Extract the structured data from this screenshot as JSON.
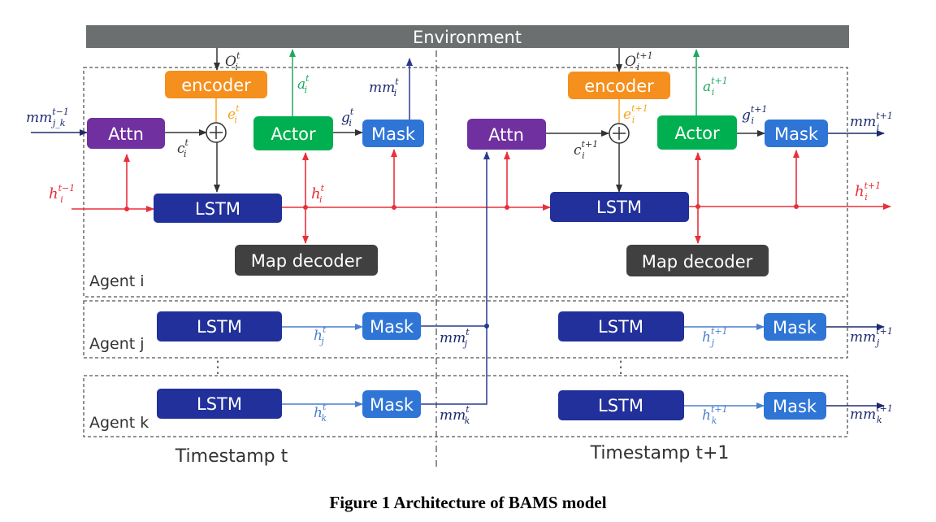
{
  "environment": {
    "label": "Environment"
  },
  "blocks": {
    "encoder": "encoder",
    "attn": "Attn",
    "actor": "Actor",
    "mask": "Mask",
    "lstm": "LSTM",
    "map_decoder": "Map decoder"
  },
  "agents": {
    "i": "Agent i",
    "j": "Agent j",
    "k": "Agent k"
  },
  "timestamps": {
    "t": "Timestamp t",
    "t1": "Timestamp t+1"
  },
  "symbols": {
    "o": "O",
    "e": "e",
    "a": "a",
    "g": "g",
    "c": "c",
    "h": "h",
    "mm": "mm",
    "sub_i": "i",
    "sub_j": "j",
    "sub_k": "k",
    "sub_jk": "j_k",
    "sup_t": "t",
    "sup_t1": "t+1",
    "sup_tm1": "t−1"
  },
  "dots": "⋮",
  "caption": "Figure 1 Architecture of BAMS model",
  "colors": {
    "environment": "#6b6f6f",
    "encoder": "#f5901e",
    "attn": "#7030a0",
    "actor": "#00b050",
    "mask": "#2e75d6",
    "lstm": "#21309a",
    "map_decoder": "#404040",
    "hidden_line": "#e8303a",
    "message_line": "#2a3a92",
    "action_line": "#20a860",
    "encoder_line": "#f5a623"
  }
}
